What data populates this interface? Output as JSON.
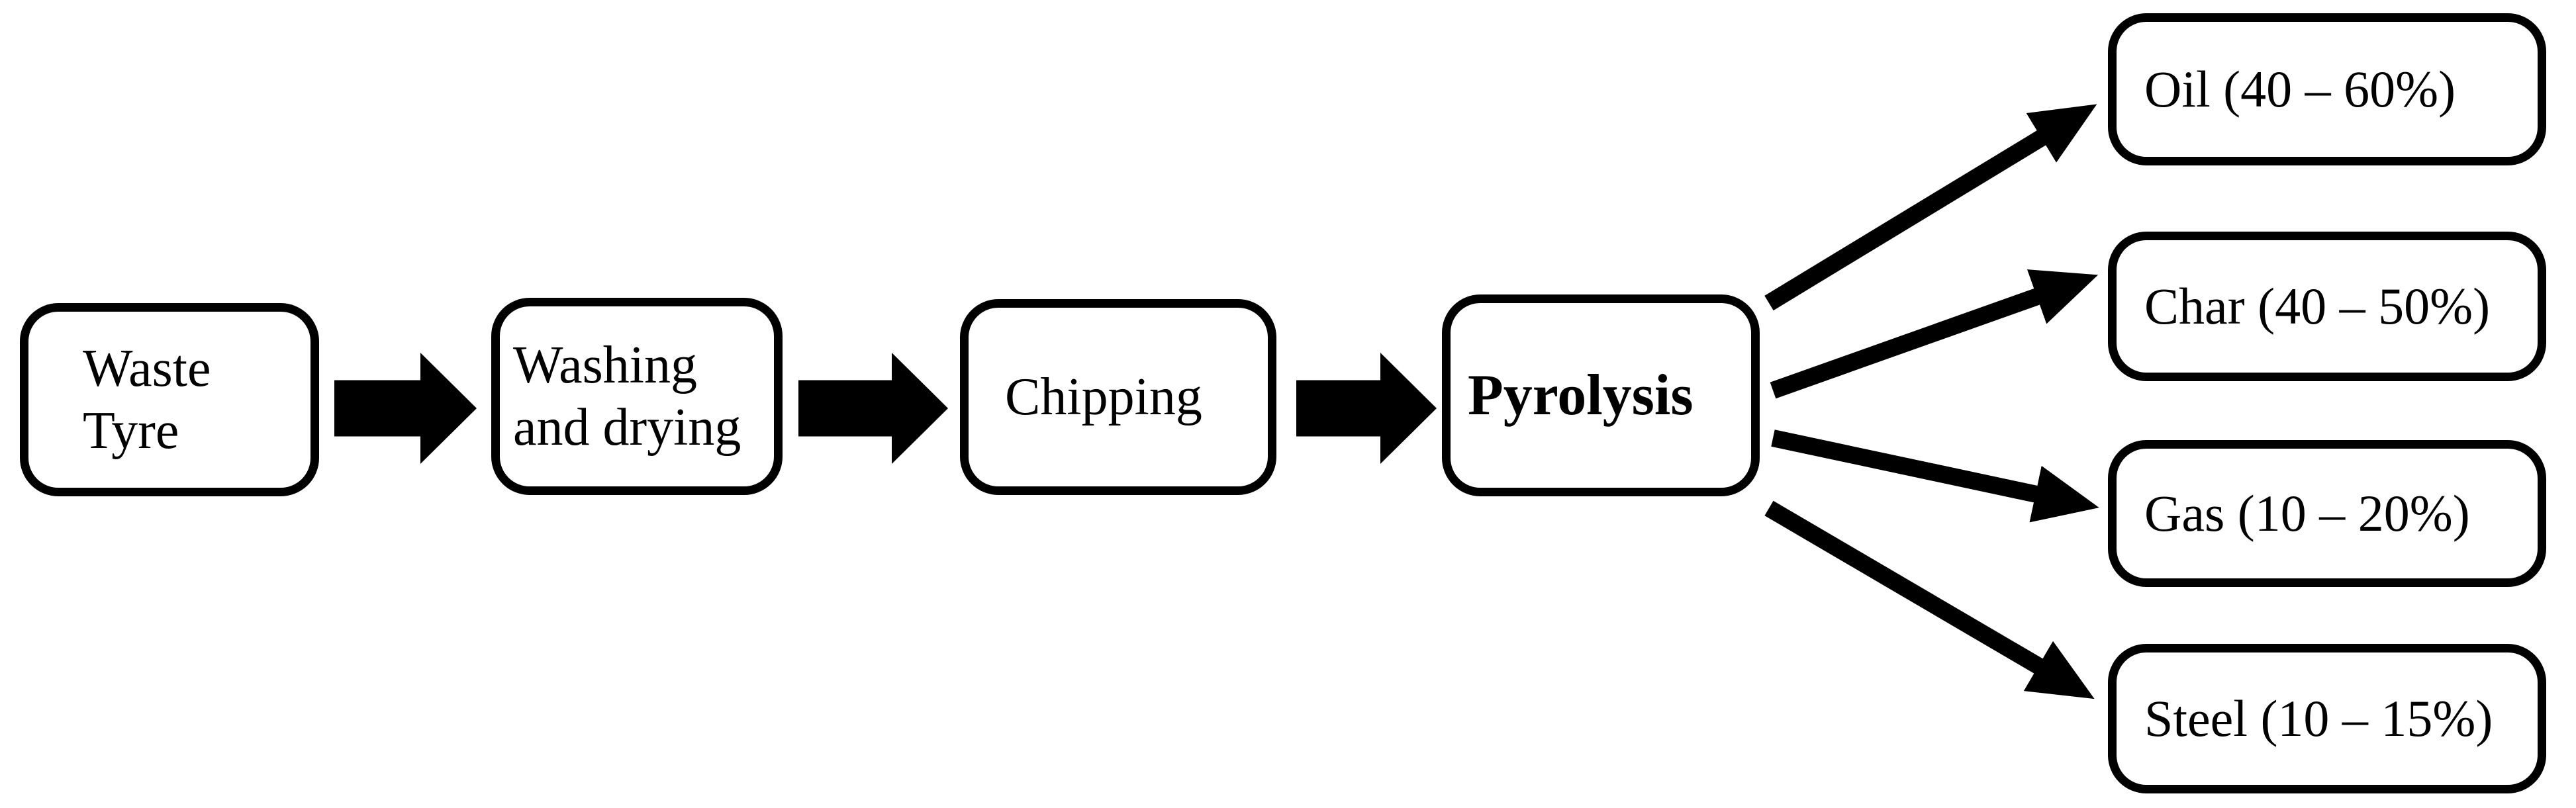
{
  "figure": {
    "background_color": "#ffffff",
    "line_color": "#000000",
    "nodes": {
      "waste": {
        "label": "Waste\nTyre"
      },
      "washing": {
        "label": "Washing\nand drying"
      },
      "chipping": {
        "label": "Chipping"
      },
      "pyrolysis": {
        "label": "Pyrolysis"
      },
      "oil": {
        "label": "Oil (40 – 60%)"
      },
      "char": {
        "label": "Char (40 – 50%)"
      },
      "gas": {
        "label": "Gas (10 – 20%)"
      },
      "steel": {
        "label": "Steel (10 – 15%)"
      }
    },
    "edges": [
      {
        "from": "waste",
        "to": "washing",
        "style": "block-arrow"
      },
      {
        "from": "washing",
        "to": "chipping",
        "style": "block-arrow"
      },
      {
        "from": "chipping",
        "to": "pyrolysis",
        "style": "block-arrow"
      },
      {
        "from": "pyrolysis",
        "to": "oil",
        "style": "line-arrow"
      },
      {
        "from": "pyrolysis",
        "to": "char",
        "style": "line-arrow"
      },
      {
        "from": "pyrolysis",
        "to": "gas",
        "style": "line-arrow"
      },
      {
        "from": "pyrolysis",
        "to": "steel",
        "style": "line-arrow"
      }
    ]
  }
}
